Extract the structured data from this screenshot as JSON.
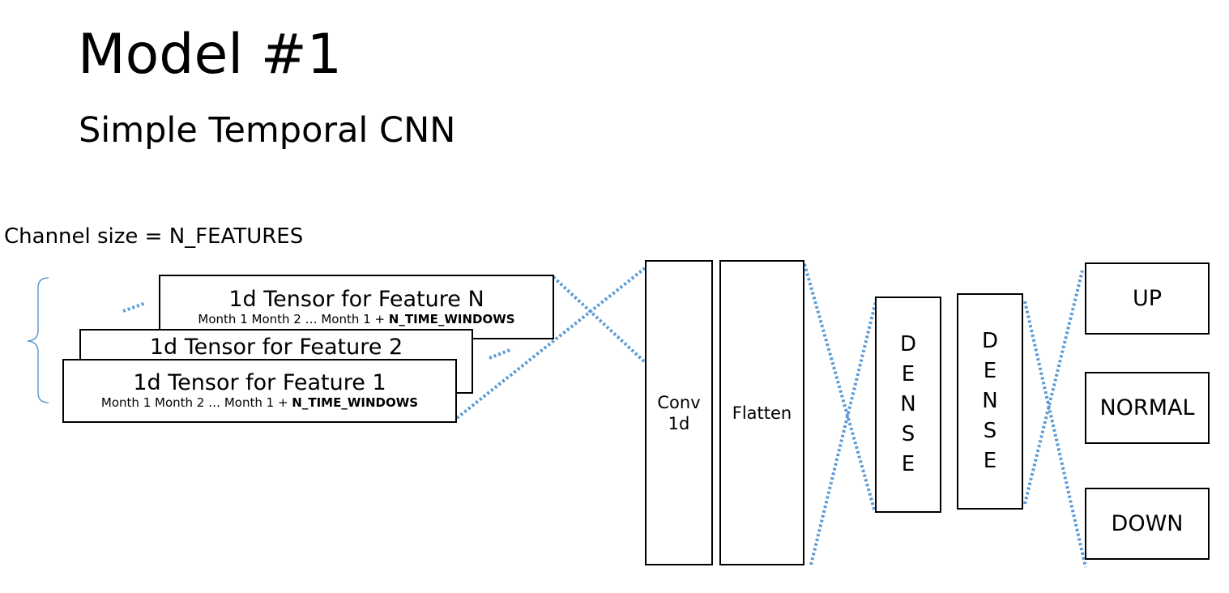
{
  "title": "Model #1",
  "subtitle": "Simple Temporal CNN",
  "channel_label": "Channel size = N_FEATURES",
  "tensors": [
    {
      "title": "1d Tensor for Feature N",
      "sub_plain": "Month 1 Month 2 … Month 1 + ",
      "sub_bold": "N_TIME_WINDOWS"
    },
    {
      "title": "1d Tensor for Feature 2"
    },
    {
      "title": "1d Tensor for Feature 1",
      "sub_plain": "Month 1 Month 2 … Month 1 + ",
      "sub_bold": "N_TIME_WINDOWS"
    }
  ],
  "layers": {
    "conv_line1": "Conv",
    "conv_line2": "1d",
    "flatten": "Flatten",
    "dense1": [
      "D",
      "E",
      "N",
      "S",
      "E"
    ],
    "dense2": [
      "D",
      "E",
      "N",
      "S",
      "E"
    ]
  },
  "outputs": [
    "UP",
    "NORMAL",
    "DOWN"
  ],
  "colors": {
    "connector": "#5b9bd5",
    "brace": "#5b9bd5",
    "box_border": "#000000"
  }
}
